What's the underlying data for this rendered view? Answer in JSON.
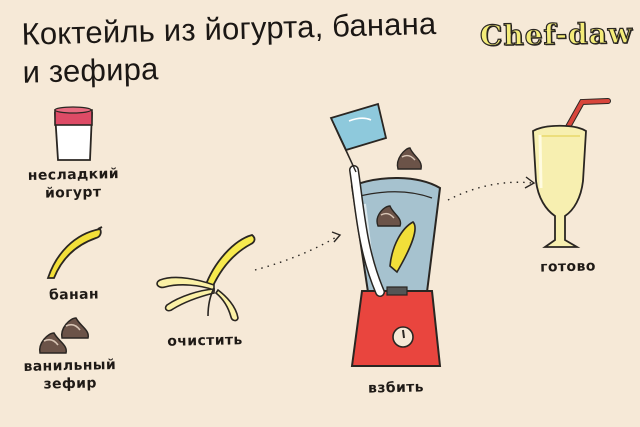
{
  "title": {
    "line1": "Коктейль из йогурта, банана",
    "line2": "и зефира"
  },
  "brand": "Chef-daw",
  "ingredients": {
    "yogurt": {
      "line1": "несладкий",
      "line2": "йогурт",
      "icon": "yogurt-cup-icon"
    },
    "banana": {
      "label": "банан",
      "icon": "banana-icon"
    },
    "marshmallow": {
      "line1": "ванильный",
      "line2": "зефир",
      "icon": "marshmallow-icon"
    }
  },
  "steps": {
    "peel": {
      "label": "очистить",
      "icon": "peeled-banana-icon"
    },
    "blend": {
      "label": "взбить",
      "icon": "blender-icon"
    },
    "ready": {
      "label": "готово",
      "icon": "cocktail-glass-icon"
    }
  },
  "colors": {
    "background": "#f6e9d7",
    "ink": "#1f1a16",
    "banana": "#f2df39",
    "blender_base": "#e9453e",
    "drink": "#f7efb0",
    "straw": "#d8453b",
    "yogurt_lid": "#de4b66",
    "pour_cup": "#8ec9dc",
    "marshmallow": "#6b5348"
  }
}
